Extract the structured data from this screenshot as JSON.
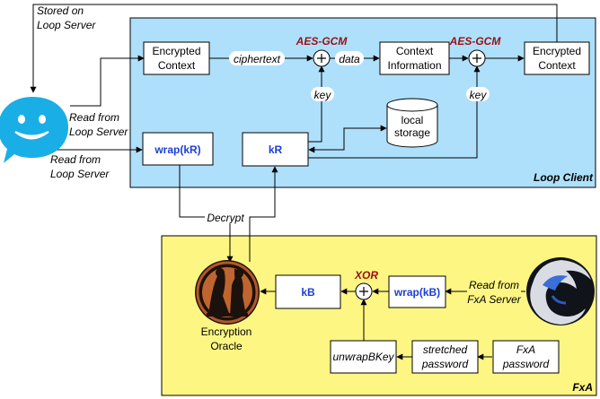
{
  "colors": {
    "loop_client_bg": "#aee0fb",
    "fxa_bg": "#fdf683",
    "key_blue": "#1a3fd6",
    "cipher_red": "#9a1010",
    "chat_bubble": "#1aaee6"
  },
  "regions": {
    "loop_client": "Loop Client",
    "fxa": "FxA"
  },
  "boxes": {
    "encrypted_context_in": [
      "Encrypted",
      "Context"
    ],
    "context_information": [
      "Context",
      "Information"
    ],
    "encrypted_context_out": [
      "Encrypted",
      "Context"
    ],
    "wrap_kr": "wrap(kR)",
    "kr": "kR",
    "local_storage": [
      "local",
      "storage"
    ],
    "kb": "kB",
    "wrap_kb": "wrap(kB)",
    "unwrap_bkey": "unwrapBKey",
    "stretched_password": [
      "stretched",
      "password"
    ],
    "fxa_password": [
      "FxA",
      "password"
    ]
  },
  "ops": {
    "aes_gcm_1": "AES-GCM",
    "aes_gcm_2": "AES-GCM",
    "xor": "XOR"
  },
  "edge_labels": {
    "ciphertext": "ciphertext",
    "data": "data",
    "key_1": "key",
    "key_2": "key",
    "stored_on_loop_server": [
      "Stored on",
      "Loop Server"
    ],
    "read_from_loop_server_1": [
      "Read from",
      "Loop Server"
    ],
    "read_from_loop_server_2": [
      "Read from",
      "Loop Server"
    ],
    "decrypt": "Decrypt",
    "read_from_fxa_server": [
      "Read from",
      "FxA Server"
    ]
  },
  "actors": {
    "oracle": [
      "Encryption",
      "Oracle"
    ],
    "loop_icon": "chat-bubble-smiley-icon",
    "firefox_icon": "firefox-logo-icon"
  }
}
